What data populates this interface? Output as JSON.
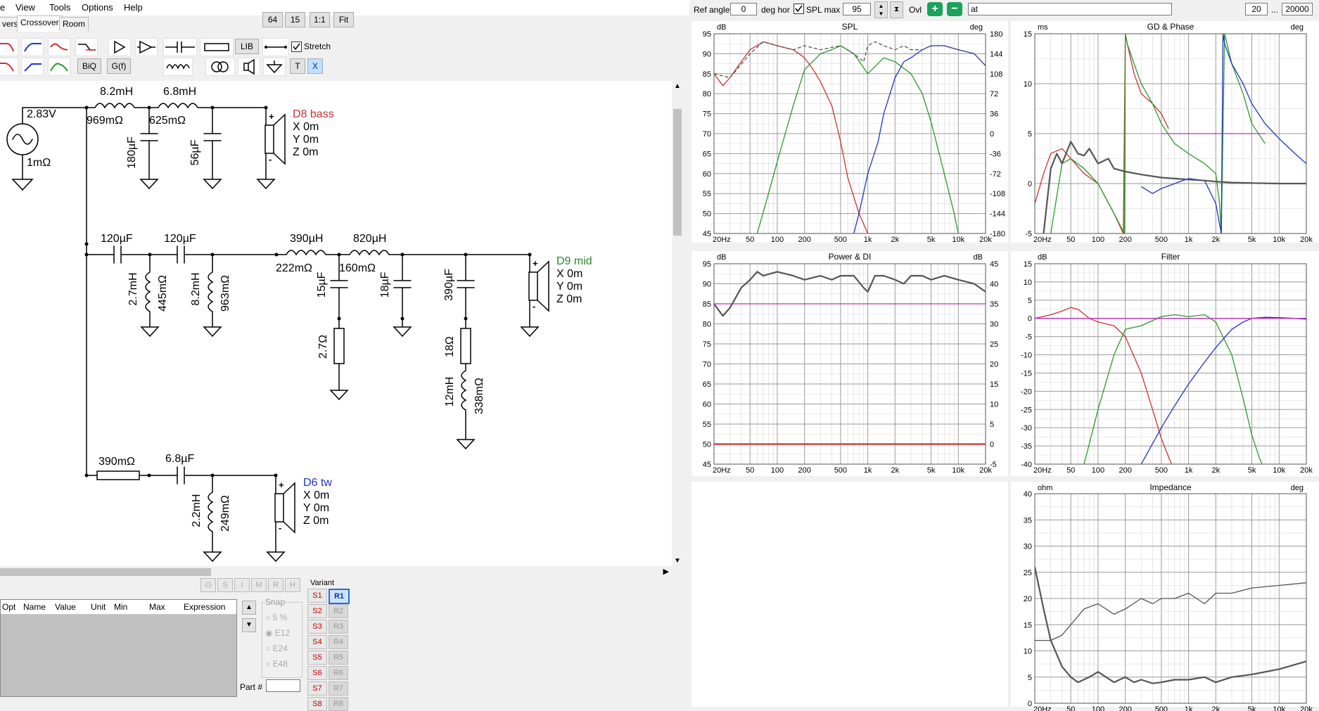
{
  "menu": [
    "e",
    "View",
    "Tools",
    "Options",
    "Help"
  ],
  "tabs": [
    "vers",
    "Crossover",
    "Room"
  ],
  "zoom_buttons": [
    "64",
    "15",
    "1:1",
    "Fit"
  ],
  "toolbar": {
    "lib": "LIB",
    "stretch": "Stretch",
    "biq": "BiQ",
    "gf": "G(f)",
    "t": "T",
    "x": "X"
  },
  "top_controls": {
    "ref_angle_label": "Ref angle",
    "ref_angle_value": "0",
    "deg_hor": "deg hor",
    "spl_max_label": "SPL max",
    "spl_max_value": "95",
    "ovl": "Ovl",
    "text_value": "at",
    "freq_min": "20",
    "ellipsis": "...",
    "freq_max": "20000"
  },
  "schematic": {
    "source_v": "2.83V",
    "source_r": "1mΩ",
    "l1": "8.2mH",
    "l1r": "969mΩ",
    "l2": "6.8mH",
    "l2r": "625mΩ",
    "c1": "180µF",
    "c2": "56µF",
    "bass_name": "D8 bass",
    "bass_x": "X 0m",
    "bass_y": "Y 0m",
    "bass_z": "Z 0m",
    "mc1": "120µF",
    "mc2": "120µF",
    "ml1": "2.7mH",
    "ml1r": "445mΩ",
    "ml2": "8.2mH",
    "ml2r": "963mΩ",
    "ml3": "390µH",
    "ml3r": "222mΩ",
    "ml4": "820µH",
    "ml4r": "160mΩ",
    "mc3": "15µF",
    "mr1": "2.7Ω",
    "mc4": "18µF",
    "mc5": "390µF",
    "mr2": "18Ω",
    "ml5": "12mH",
    "ml5r": "338mΩ",
    "mid_name": "D9 mid",
    "mid_x": "X 0m",
    "mid_y": "Y 0m",
    "mid_z": "Z 0m",
    "tr1": "390mΩ",
    "tc1": "6.8µF",
    "tl1": "2.2mH",
    "tl1r": "249mΩ",
    "tw_name": "D6 tw",
    "tw_x": "X 0m",
    "tw_y": "Y 0m",
    "tw_z": "Z 0m"
  },
  "opt_buttons": [
    "O",
    "S",
    "I",
    "M",
    "R",
    "H"
  ],
  "opt_table_headers": [
    "Opt",
    "Name",
    "Value",
    "Unit",
    "Min",
    "Max",
    "Expression"
  ],
  "snap": {
    "label": "Snap",
    "options": [
      "5 %",
      "E12",
      "E24",
      "E48"
    ],
    "selected": "E12"
  },
  "part_label": "Part #",
  "variant": {
    "label": "Variant",
    "s": [
      "S1",
      "S2",
      "S3",
      "S4",
      "S5",
      "S6",
      "S7",
      "S8"
    ],
    "r": [
      "R1",
      "R2",
      "R3",
      "R4",
      "R5",
      "R6",
      "R7",
      "R8"
    ],
    "active": "R1"
  },
  "colors": {
    "red": "#d03030",
    "green": "#2a9a2a",
    "blue": "#2233cc",
    "gray": "#555555",
    "magenta": "#c030c0",
    "bass_label": "#c83232",
    "mid_label": "#2a8a2a",
    "tw_label": "#2233cc"
  },
  "chart_data": [
    {
      "type": "line",
      "title": "SPL",
      "ylabel": "dB",
      "y2label": "deg",
      "yticks": [
        "95",
        "90",
        "85",
        "80",
        "75",
        "70",
        "65",
        "60",
        "55",
        "50",
        "45"
      ],
      "y2ticks": [
        "180",
        "144",
        "108",
        "72",
        "36",
        "0",
        "-36",
        "-72",
        "-108",
        "-144",
        "-180"
      ],
      "xticks": [
        "20Hz",
        "50",
        "100",
        "200",
        "500",
        "1k",
        "2k",
        "5k",
        "10k",
        "20k"
      ],
      "xlim": [
        20,
        20000
      ],
      "ylim": [
        45,
        95
      ],
      "xscale": "log",
      "series": [
        {
          "color": "red",
          "x": [
            20,
            25,
            30,
            40,
            50,
            70,
            100,
            150,
            200,
            250,
            300,
            400,
            500,
            600,
            800,
            1000,
            1200
          ],
          "y": [
            85,
            82,
            84,
            88,
            91,
            93,
            92,
            91,
            89,
            86,
            83,
            77,
            68,
            59,
            50,
            45,
            43
          ]
        },
        {
          "color": "green",
          "x": [
            60,
            80,
            100,
            150,
            200,
            300,
            400,
            500,
            700,
            1000,
            1500,
            2000,
            3000,
            4000,
            5000,
            7000,
            9000,
            10000
          ],
          "y": [
            45,
            55,
            63,
            77,
            86,
            90,
            91,
            92,
            90,
            85,
            89,
            88,
            85,
            80,
            73,
            60,
            50,
            45
          ]
        },
        {
          "color": "blue",
          "x": [
            700,
            800,
            1000,
            1300,
            1500,
            2000,
            2500,
            3000,
            4000,
            5000,
            7000,
            10000,
            15000,
            20000
          ],
          "y": [
            45,
            50,
            60,
            68,
            75,
            84,
            88,
            89,
            91,
            92,
            92,
            91,
            90,
            87
          ]
        },
        {
          "color": "gray",
          "dashed": true,
          "x": [
            20,
            30,
            50,
            70,
            100,
            150,
            200,
            300,
            500,
            700,
            900,
            1000,
            1200,
            1500,
            2000,
            2500,
            3000,
            4000,
            5000,
            7000,
            10000,
            15000,
            20000
          ],
          "y": [
            85,
            84,
            90,
            93,
            92,
            91,
            92,
            91,
            92,
            90,
            88,
            92,
            93,
            92,
            91,
            92,
            91,
            91,
            92,
            92,
            91,
            90,
            87
          ]
        }
      ]
    },
    {
      "type": "line",
      "title": "GD & Phase",
      "ylabel": "ms",
      "y2label": "deg",
      "yticks": [
        "15",
        "10",
        "5",
        "0",
        "-5"
      ],
      "xticks": [
        "20Hz",
        "50",
        "100",
        "200",
        "500",
        "1k",
        "2k",
        "5k",
        "10k",
        "20k"
      ],
      "xlim": [
        20,
        20000
      ],
      "ylim": [
        -5,
        15
      ],
      "xscale": "log",
      "series": [
        {
          "color": "red",
          "x": [
            20,
            25,
            30,
            40,
            50,
            70,
            100,
            150,
            190,
            200,
            210,
            250,
            300,
            400,
            500,
            600
          ],
          "y": [
            -2,
            1,
            3,
            3.5,
            2.5,
            1,
            0,
            -3,
            -5,
            15,
            14,
            11,
            9,
            8,
            7,
            5.5
          ]
        },
        {
          "color": "green",
          "x": [
            30,
            40,
            50,
            70,
            100,
            150,
            195,
            200,
            210,
            250,
            300,
            400,
            500,
            700,
            1000,
            1500,
            2000,
            2200,
            2300,
            2500,
            3000,
            4000,
            5000,
            7000
          ],
          "y": [
            -5,
            2,
            2.5,
            1.5,
            0,
            -3,
            -5,
            15,
            14,
            12,
            10,
            8,
            6,
            4,
            3,
            2,
            1,
            -2,
            -5,
            15,
            12,
            9,
            6,
            4
          ]
        },
        {
          "color": "blue",
          "x": [
            300,
            400,
            500,
            700,
            1000,
            1500,
            2000,
            2300,
            2400,
            2500,
            3000,
            4000,
            5000,
            7000,
            10000,
            15000,
            20000
          ],
          "y": [
            -0.3,
            -1,
            -0.5,
            0,
            0.5,
            0.3,
            -2,
            -5,
            15,
            14,
            12,
            10,
            8,
            6,
            4.5,
            3,
            2
          ]
        },
        {
          "color": "magenta",
          "x": [
            500,
            7000
          ],
          "y": [
            5,
            5
          ]
        },
        {
          "color": "gray",
          "bold": true,
          "x": [
            25,
            30,
            35,
            40,
            50,
            60,
            70,
            80,
            100,
            130,
            150,
            200,
            300,
            500,
            700,
            1000,
            1500,
            2000,
            3000,
            5000,
            10000,
            20000
          ],
          "y": [
            -5,
            1.5,
            3,
            2,
            4.2,
            3,
            2.8,
            3.5,
            2,
            2.5,
            1.5,
            1.2,
            0.9,
            0.6,
            0.5,
            0.4,
            0.3,
            0.2,
            0.1,
            0.05,
            0,
            0
          ]
        }
      ]
    },
    {
      "type": "line",
      "title": "Power & DI",
      "ylabel": "dB",
      "y2label": "dB",
      "yticks": [
        "95",
        "90",
        "85",
        "80",
        "75",
        "70",
        "65",
        "60",
        "55",
        "50",
        "45"
      ],
      "y2ticks": [
        "45",
        "40",
        "35",
        "30",
        "25",
        "20",
        "15",
        "10",
        "5",
        "0",
        "-5"
      ],
      "xticks": [
        "20Hz",
        "50",
        "100",
        "200",
        "500",
        "1k",
        "2k",
        "5k",
        "10k",
        "20k"
      ],
      "xlim": [
        20,
        20000
      ],
      "ylim": [
        45,
        95
      ],
      "xscale": "log",
      "series": [
        {
          "color": "gray",
          "bold": true,
          "x": [
            20,
            25,
            30,
            40,
            50,
            60,
            70,
            100,
            150,
            200,
            300,
            400,
            500,
            700,
            900,
            1000,
            1200,
            1500,
            2000,
            2500,
            3000,
            4000,
            5000,
            7000,
            10000,
            15000,
            20000
          ],
          "y": [
            85,
            82,
            84,
            89,
            91,
            93,
            92,
            93,
            92,
            91,
            92,
            91,
            92,
            92,
            89,
            88,
            92,
            92,
            91,
            90,
            92,
            92,
            91,
            92,
            91,
            90,
            88
          ]
        },
        {
          "color": "magenta",
          "x": [
            20,
            20000
          ],
          "y": [
            85,
            85
          ]
        },
        {
          "color": "red",
          "bold": true,
          "x": [
            20,
            20000
          ],
          "y": [
            50,
            50
          ]
        }
      ]
    },
    {
      "type": "line",
      "title": "Filter",
      "ylabel": "dB",
      "y2label": "",
      "yticks": [
        "15",
        "10",
        "5",
        "0",
        "-5",
        "-10",
        "-15",
        "-20",
        "-25",
        "-30",
        "-35",
        "-40"
      ],
      "xticks": [
        "20Hz",
        "50",
        "100",
        "200",
        "500",
        "1k",
        "2k",
        "5k",
        "10k",
        "20k"
      ],
      "xlim": [
        20,
        20000
      ],
      "ylim": [
        -40,
        15
      ],
      "xscale": "log",
      "series": [
        {
          "color": "red",
          "x": [
            20,
            30,
            40,
            50,
            60,
            80,
            100,
            150,
            200,
            300,
            400,
            500,
            600,
            700
          ],
          "y": [
            0,
            1,
            2,
            3,
            2.5,
            0,
            -1,
            -2,
            -5,
            -15,
            -25,
            -33,
            -38,
            -42
          ]
        },
        {
          "color": "green",
          "x": [
            70,
            100,
            150,
            200,
            300,
            500,
            700,
            1000,
            1500,
            2000,
            3000,
            4000,
            5000,
            6000,
            7000
          ],
          "y": [
            -40,
            -25,
            -10,
            -3,
            -2,
            0.5,
            1,
            0.5,
            1,
            -1,
            -10,
            -22,
            -32,
            -38,
            -42
          ]
        },
        {
          "color": "blue",
          "x": [
            300,
            500,
            700,
            1000,
            1500,
            2000,
            3000,
            4000,
            5000,
            7000,
            10000,
            15000,
            20000
          ],
          "y": [
            -40,
            -30,
            -24,
            -18,
            -12,
            -8,
            -3,
            -1,
            0,
            0.3,
            0.2,
            0,
            -0.2
          ]
        },
        {
          "color": "magenta",
          "x": [
            20,
            20000
          ],
          "y": [
            0,
            0
          ]
        }
      ]
    },
    {
      "type": "line",
      "title": "Impedance",
      "ylabel": "ohm",
      "y2label": "deg",
      "yticks": [
        "40",
        "35",
        "30",
        "25",
        "20",
        "15",
        "10",
        "5",
        "0"
      ],
      "xticks": [
        "20Hz",
        "50",
        "100",
        "200",
        "500",
        "1k",
        "2k",
        "5k",
        "10k",
        "20k"
      ],
      "xlim": [
        20,
        20000
      ],
      "ylim": [
        0,
        40
      ],
      "xscale": "log",
      "series": [
        {
          "color": "gray",
          "bold": true,
          "x": [
            20,
            25,
            30,
            40,
            50,
            60,
            80,
            100,
            150,
            200,
            250,
            300,
            400,
            500,
            700,
            1000,
            1500,
            2000,
            3000,
            5000,
            10000,
            20000
          ],
          "y": [
            26,
            18,
            12,
            7,
            5,
            4,
            5,
            6,
            4,
            5,
            4,
            4.5,
            3.8,
            4,
            4.5,
            4.5,
            5,
            4,
            5,
            5.5,
            6.5,
            8
          ]
        },
        {
          "color": "gray",
          "x": [
            20,
            25,
            30,
            40,
            50,
            70,
            100,
            150,
            200,
            300,
            400,
            500,
            700,
            1000,
            1500,
            2000,
            3000,
            5000,
            10000,
            20000
          ],
          "y": [
            12,
            12,
            12,
            13,
            15,
            18,
            19,
            17,
            18,
            20,
            19,
            20,
            20,
            21,
            19,
            21,
            21,
            22,
            22.5,
            23
          ]
        }
      ]
    }
  ]
}
